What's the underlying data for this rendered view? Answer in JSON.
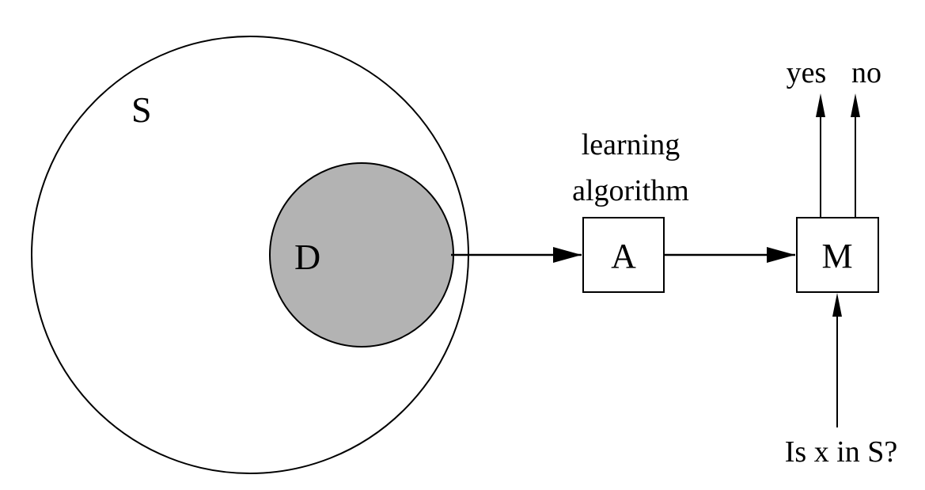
{
  "diagram": {
    "set_s": {
      "label": "S"
    },
    "set_d": {
      "label": "D",
      "fill_color": "#b3b3b3"
    },
    "learning_algorithm": {
      "caption_line1": "learning",
      "caption_line2": "algorithm",
      "box_label": "A"
    },
    "model": {
      "box_label": "M"
    },
    "outputs": {
      "yes_label": "yes",
      "no_label": "no"
    },
    "query": {
      "label": "Is x in S?"
    }
  },
  "colors": {
    "stroke": "#000000",
    "background": "#ffffff",
    "subset_fill": "#b3b3b3"
  }
}
